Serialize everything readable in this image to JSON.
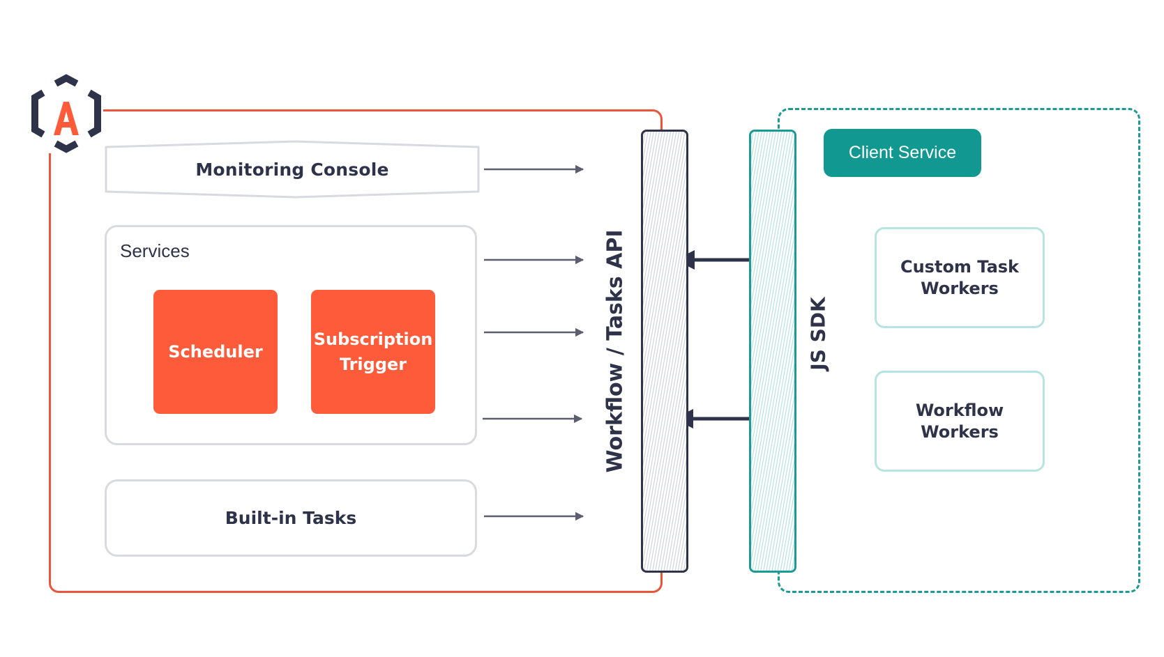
{
  "platform": {
    "logo": {
      "icon": "hexagon-a-logo-icon",
      "letter": "A",
      "colors": {
        "frame": "#2e3349",
        "letter": "#fd5b3a"
      }
    },
    "monitoring_console": "Monitoring Console",
    "services": {
      "title": "Services",
      "items": [
        {
          "label": "Scheduler"
        },
        {
          "label": "Subscription\nTrigger"
        }
      ]
    },
    "builtin_tasks": "Built-in Tasks",
    "border_color": "#e8553a"
  },
  "api_bar": {
    "label": "Workflow / Tasks API",
    "border_color": "#2e3349"
  },
  "sdk_bar": {
    "label": "JS SDK",
    "border_color": "#1d9a93"
  },
  "client": {
    "service_label": "Client Service",
    "workers": [
      {
        "label": "Custom Task\nWorkers"
      },
      {
        "label": "Workflow\nWorkers"
      }
    ],
    "accent": "#119991"
  }
}
